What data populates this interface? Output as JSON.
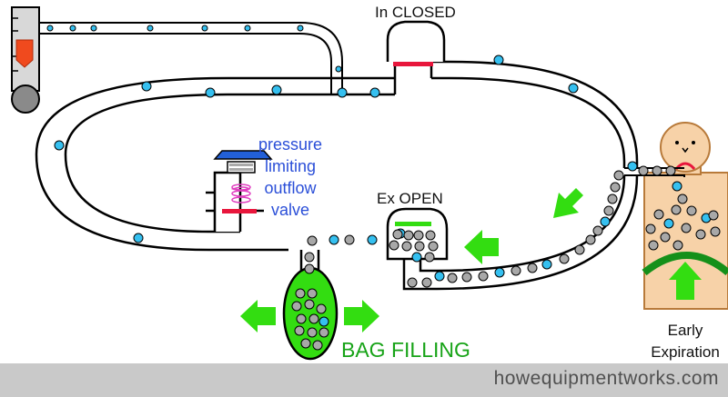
{
  "labels": {
    "inspiratory_valve": "In CLOSED",
    "expiratory_valve": "Ex OPEN",
    "plov": [
      "pressure",
      "limiting",
      "outflow",
      "valve"
    ],
    "bag": "BAG FILLING",
    "phase": [
      "Early",
      "Expiration"
    ]
  },
  "footer": {
    "site": "howequipmentworks.com"
  },
  "colors": {
    "fresh_gas_bubble": "#35c0f0",
    "exhaled_gas_bubble": "#a8a8a8",
    "arrow_green": "#33dd11",
    "bag_green": "#33dd11",
    "valve_closed": "#e8163c",
    "valve_open": "#33dd11",
    "plov_cap": "#2260d8",
    "patient_skin": "#f7d2a8",
    "patient_outline": "#b87a3a",
    "footer_bg": "#c9c9c9"
  },
  "icons": [
    "flowmeter-icon",
    "movement-arrow-icon",
    "patient-icon"
  ]
}
